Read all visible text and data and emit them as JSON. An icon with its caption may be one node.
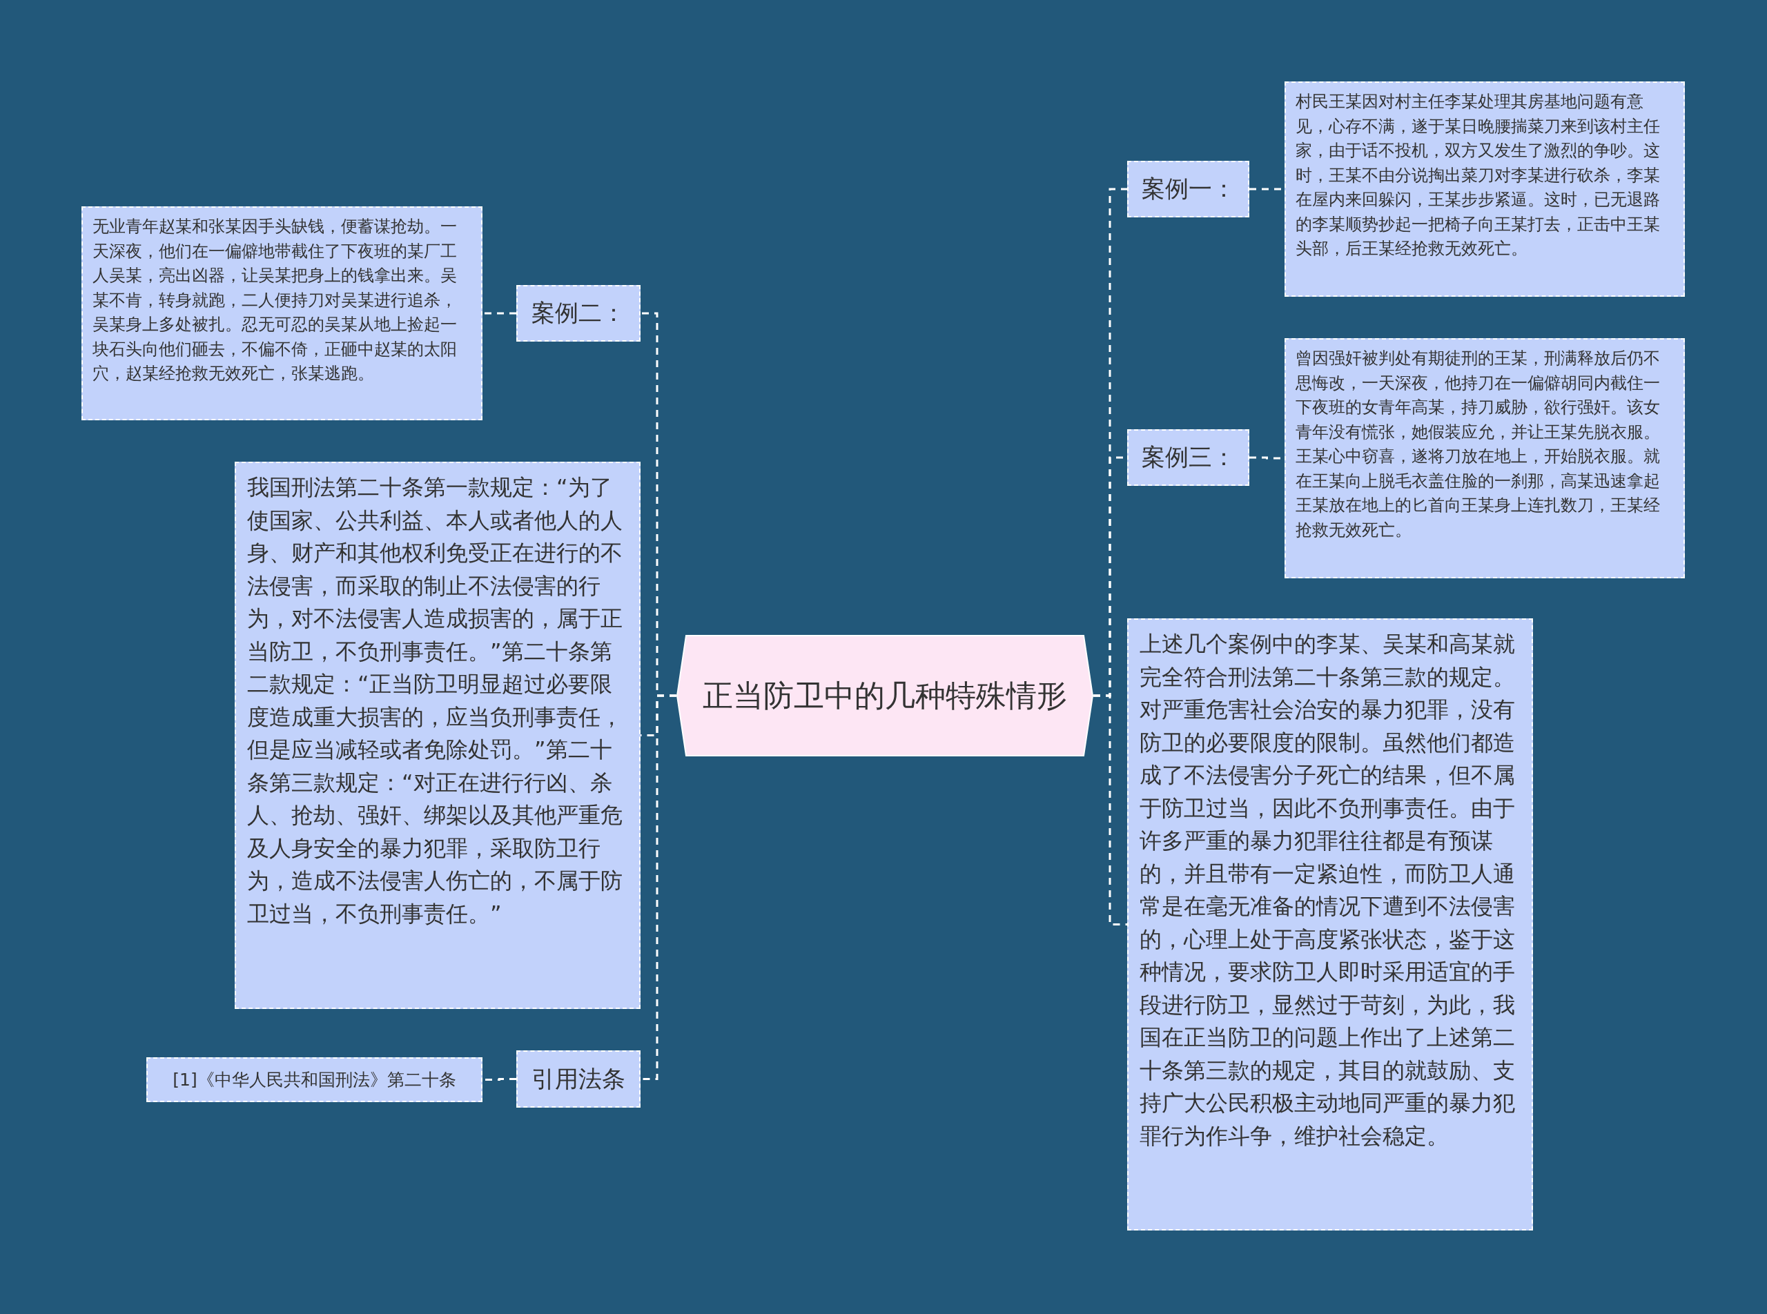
{
  "diagram": {
    "nodes": [
      {
        "text": [
          "正当防卫中的几种特殊情形"
        ]
      },
      {
        "text": [
          "案例二："
        ]
      },
      {
        "text": [
          "无业青年赵某和张某因手头缺钱，便蓄谋抢劫。一天深夜，他们在一偏僻地带截住了下夜班的某厂工人吴某，亮出凶器，让吴某把身上的钱拿出来。吴某不肯，转身就跑，二人便持刀对吴某进行追杀，吴某身上多处被扎。忍无可忍的吴某从地上捡起一块石头向他们砸去，不偏不倚，正砸中赵某的太阳穴，赵某经抢救无效死亡，张某逃跑。"
        ]
      },
      {
        "text": [
          "我国刑法第二十条第一款规定：“为了使国家、公共利益、本人或者他人的人身、财产和其他权利免受正在进行的不法侵害，而采取的制止不法侵害的行为，对不法侵害人造成损害的，属于正当防卫，不负刑事责任。”第二十条第二款规定：“正当防卫明显超过必要限度造成重大损害的，应当负刑事责任，但是应当减轻或者免除处罚。”第二十条第三款规定：“对正在进行行凶、杀人、抢劫、强奸、绑架以及其他严重危及人身安全的暴力犯罪，采取防卫行为，造成不法侵害人伤亡的，不属于防卫过当，不负刑事责任。”"
        ]
      },
      {
        "text": [
          "引用法条"
        ]
      },
      {
        "text": [
          "[1]《中华人民共和国刑法》第二十条"
        ]
      },
      {
        "text": [
          "案例一："
        ]
      },
      {
        "text": [
          "村民王某因对村主任李某处理其房基地问题有意见，心存不满，遂于某日晚腰揣菜刀来到该村主任家，由于话不投机，双方又发生了激烈的争吵。这时，王某不由分说掏出菜刀对李某进行砍杀，李某在屋内来回躲闪，王某步步紧逼。这时，已无退路的李某顺势抄起一把椅子向王某打去，正击中王某头部，后王某经抢救无效死亡。"
        ]
      },
      {
        "text": [
          "案例三："
        ]
      },
      {
        "text": [
          "曾因强奸被判处有期徒刑的王某，刑满释放后仍不思悔改，一天深夜，他持刀在一偏僻胡同内截住一下夜班的女青年高某，持刀威胁，欲行强奸。该女青年没有慌张，她假装应允，并让王某先脱衣服。王某心中窃喜，遂将刀放在地上，开始脱衣服。就在王某向上脱毛衣盖住脸的一刹那，高某迅速拿起王某放在地上的匕首向王某身上连扎数刀，王某经抢救无效死亡。"
        ]
      },
      {
        "text": [
          "上述几个案例中的李某、吴某和高某就完全符合刑法第二十条第三款的规定。对严重危害社会治安的暴力犯罪，没有防卫的必要限度的限制。虽然他们都造成了不法侵害分子死亡的结果，但不属于防卫过当，因此不负刑事责任。由于许多严重的暴力犯罪往往都是有预谋的，并且带有一定紧迫性，而防卫人通常是在毫无准备的情况下遭到不法侵害的，心理上处于高度紧张状态，鉴于这种情况，要求防卫人即时采用适宜的手段进行防卫，显然过于苛刻，为此，我国在正当防卫的问题上作出了上述第二十条第三款的规定，其目的就鼓励、支持广大公民积极主动地同严重的暴力犯罪行为作斗争，维护社会稳定。"
        ]
      }
    ],
    "edges": [
      {
        "from": 0,
        "to": 1,
        "arrow": "none"
      },
      {
        "from": 0,
        "to": 3,
        "arrow": "none"
      },
      {
        "from": 0,
        "to": 4,
        "arrow": "none"
      },
      {
        "from": 1,
        "to": 2,
        "arrow": "none"
      },
      {
        "from": 4,
        "to": 5,
        "arrow": "none"
      },
      {
        "from": 0,
        "to": 6,
        "arrow": "none"
      },
      {
        "from": 0,
        "to": 8,
        "arrow": "none"
      },
      {
        "from": 0,
        "to": 10,
        "arrow": "none"
      },
      {
        "from": 6,
        "to": 7,
        "arrow": "none"
      },
      {
        "from": 8,
        "to": 9,
        "arrow": "none"
      }
    ]
  }
}
